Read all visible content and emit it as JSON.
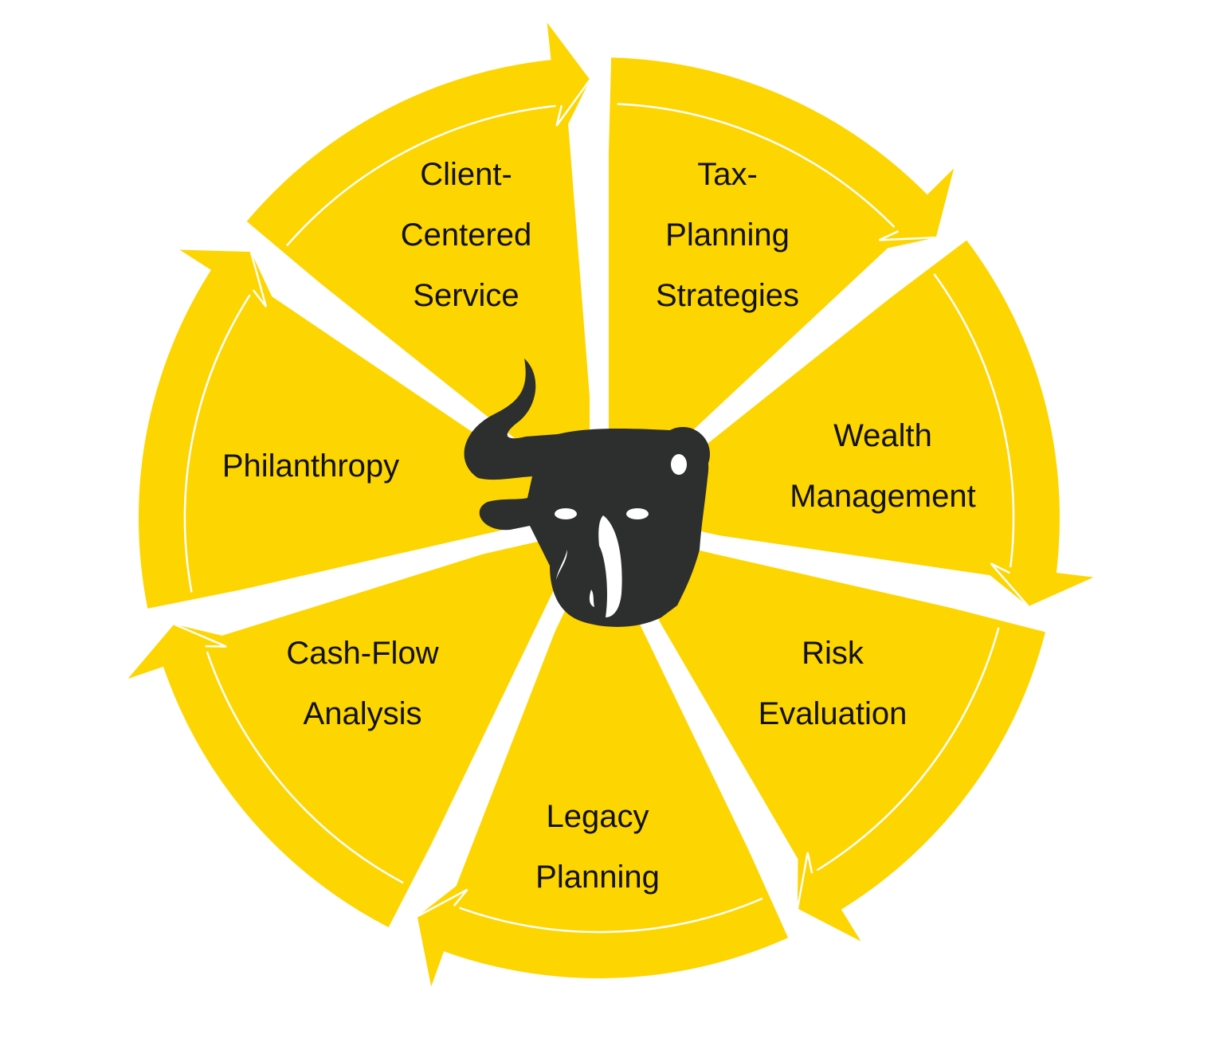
{
  "diagram": {
    "type": "cycle",
    "colors": {
      "segment": "#FDD500",
      "gap": "#FFFFFF",
      "logo": "#2D2E2E",
      "text": "#111111"
    },
    "center_logo": "bull-bear-head-icon",
    "segments": [
      {
        "lines": [
          "Client-",
          "Centered",
          "Service"
        ]
      },
      {
        "lines": [
          "Tax-",
          "Planning",
          "Strategies"
        ]
      },
      {
        "lines": [
          "Wealth",
          "Management"
        ]
      },
      {
        "lines": [
          "Risk",
          "Evaluation"
        ]
      },
      {
        "lines": [
          "Legacy",
          "Planning"
        ]
      },
      {
        "lines": [
          "Cash-Flow",
          "Analysis"
        ]
      },
      {
        "lines": [
          "Philanthropy"
        ]
      }
    ]
  }
}
